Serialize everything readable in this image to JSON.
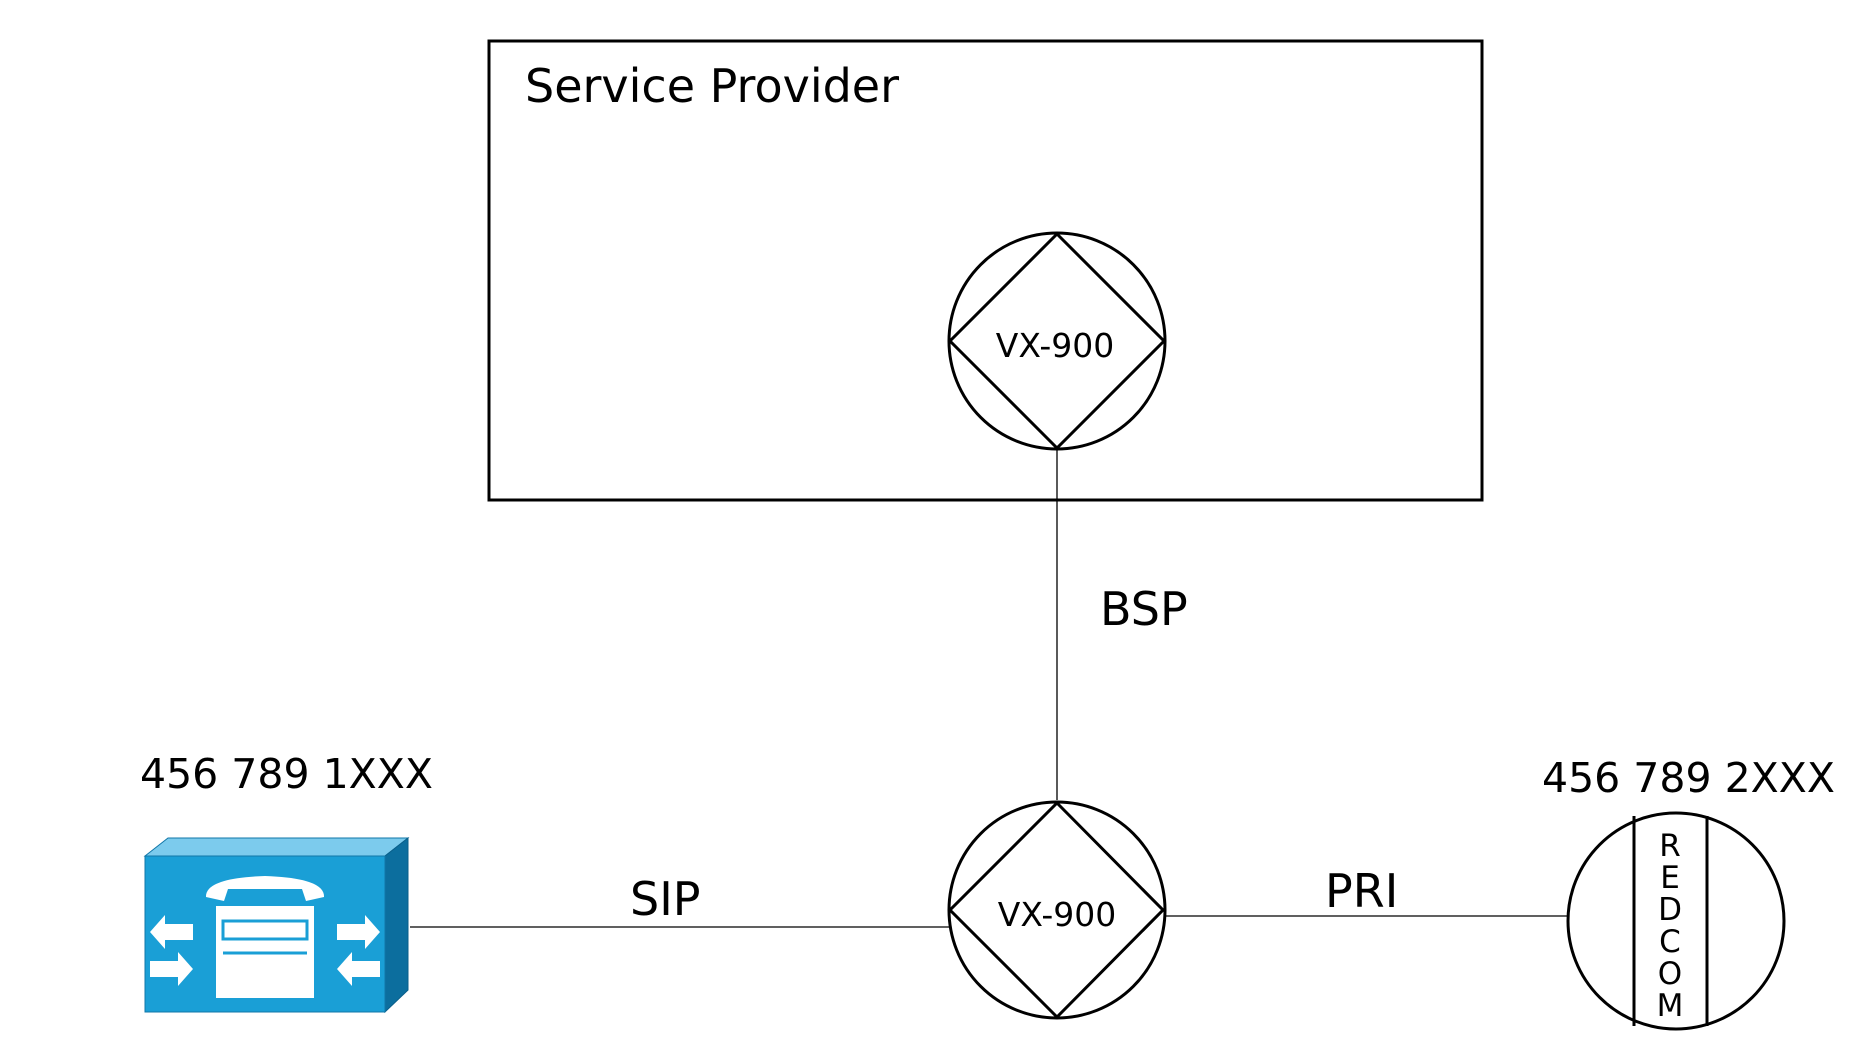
{
  "service_provider": {
    "label": "Service Provider"
  },
  "nodes": {
    "provider_switch": {
      "label": "VX-900"
    },
    "local_switch": {
      "label": "VX-900"
    },
    "call_manager": {
      "number": "456 789 1XXX",
      "icon": "cisco-call-manager-icon",
      "color": "#1a9fd6"
    },
    "redcom": {
      "number": "456 789 2XXX",
      "letters": [
        "R",
        "E",
        "D",
        "C",
        "O",
        "M"
      ]
    }
  },
  "links": {
    "bsp": {
      "label": "BSP"
    },
    "sip": {
      "label": "SIP"
    },
    "pri": {
      "label": "PRI"
    }
  }
}
